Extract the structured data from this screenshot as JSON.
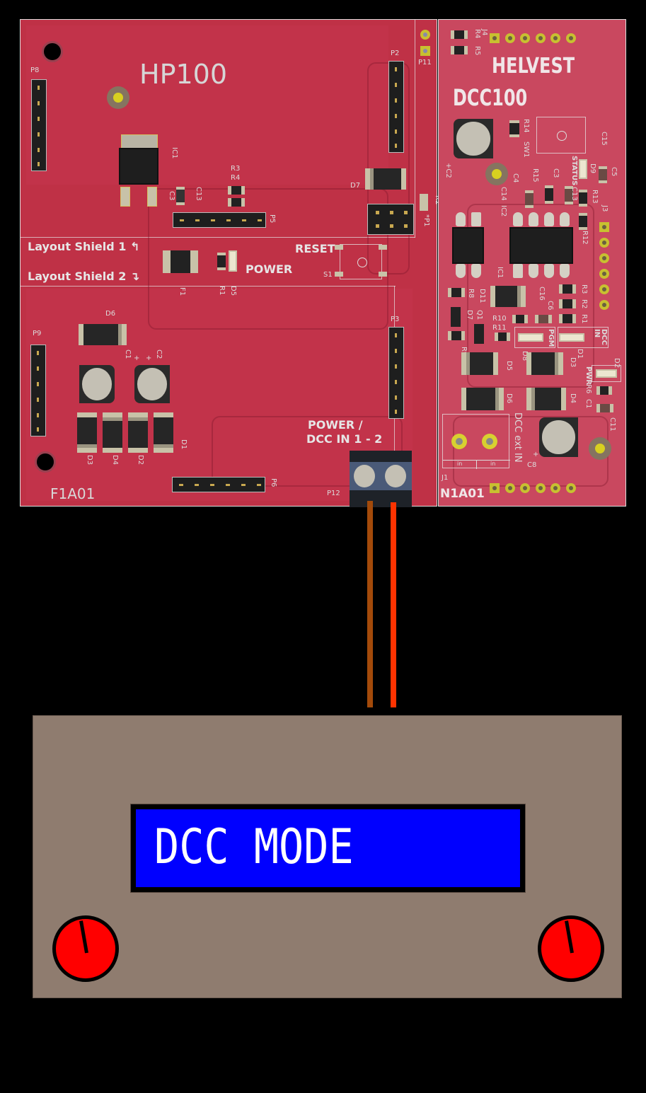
{
  "boards": {
    "main_board": {
      "title": "HP100",
      "revision": "F1A01",
      "section_labels": {
        "layout_shield_1": "Layout Shield 1",
        "layout_shield_2": "Layout Shield 2",
        "reset": "RESET",
        "power": "POWER",
        "power_dcc_in_line1": "POWER /",
        "power_dcc_in_line2": "DCC IN 1 - 2"
      },
      "arrow_up": "↰",
      "arrow_down": "↴",
      "refdes": {
        "P8": "P8",
        "P2": "P2",
        "P11": "P11",
        "IC1": "IC1",
        "R3": "R3",
        "R4": "R4",
        "C3": "C3",
        "C13": "C13",
        "P5": "P5",
        "D7": "D7",
        "R2": "R2",
        "P1": "*P1",
        "F1": "F1",
        "R1": "R1",
        "D5": "D5",
        "S1": "S1",
        "D6": "D6",
        "P9": "P9",
        "C1": "C1",
        "C2": "C2",
        "plus1": "+",
        "plus2": "+",
        "P3": "P3",
        "D3": "D3",
        "D4": "D4",
        "D2": "D2",
        "D1": "D1",
        "P6": "P6",
        "P12": "P12"
      }
    },
    "dcc_board": {
      "title_line1": "HELVEST",
      "title_line2": "DCC100",
      "revision": "N1A01",
      "indicator_labels": {
        "status": "STATUS",
        "pgm": "PGM",
        "dcc_in": "DCC IN",
        "pwr": "PWR",
        "dcc_ext_in": "DCC ext IN",
        "in_a": "in",
        "in_b": "in"
      },
      "refdes": {
        "J4": "J4",
        "R4": "R4",
        "R5": "R5",
        "C2": "+C2",
        "R14": "R14",
        "SW1": "SW1",
        "C15": "C15",
        "D9": "D9",
        "C5": "C5",
        "C4": "C4",
        "R15": "R15",
        "C3": "C3",
        "C14": "C14",
        "C13": "C13",
        "R13": "R13",
        "J3": "J3",
        "IC2": "IC2",
        "R12": "R12",
        "IC1": "IC1",
        "R8": "R8",
        "D11": "D11",
        "C16": "C16",
        "C6": "C6",
        "R3": "R3",
        "R2": "R2",
        "R1": "R1",
        "D7": "D7",
        "Q1": "Q1",
        "R10": "R10",
        "R11": "R11",
        "R9": "R9",
        "D8": "D8",
        "D1": "D1",
        "D5": "D5",
        "D3": "D3",
        "D2": "D2",
        "R6": "R6",
        "C1": "C1",
        "D6": "D6",
        "D4": "D4",
        "C11": "C11",
        "C8": "C8",
        "C8_plus": "+",
        "J1": "J1"
      }
    }
  },
  "wires": {
    "wire_1_color": "#a34a0a",
    "wire_2_color": "#ff3300"
  },
  "controller": {
    "lcd_text": "DCC MODE",
    "lcd_color": "#0000ff",
    "body_color": "#8f7c6f",
    "knob_color": "#ff0000",
    "knobs": [
      {
        "name": "left-knob"
      },
      {
        "name": "right-knob"
      }
    ]
  },
  "colors": {
    "background": "#000000",
    "main_board": "#c0324a",
    "dcc_board": "#c9485f"
  }
}
